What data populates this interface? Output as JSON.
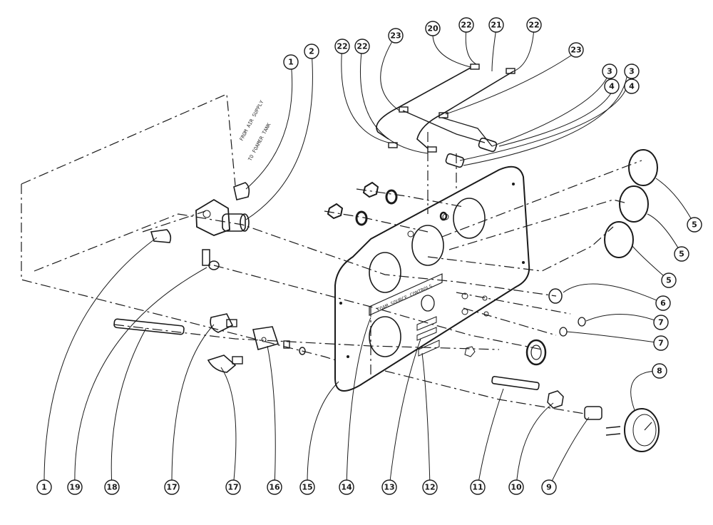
{
  "annotations": {
    "air_supply": "FROM AIR SUPPLY",
    "to_tank": "TO FOAMER TANK",
    "panel_label": "FOAM SOURCE CONTROLS"
  },
  "callouts": {
    "c1a": "1",
    "c2": "2",
    "c22a": "22",
    "c22b": "22",
    "c23a": "23",
    "c20": "20",
    "c22c": "22",
    "c21": "21",
    "c22d": "22",
    "c23b": "23",
    "c3a": "3",
    "c3b": "3",
    "c4a": "4",
    "c4b": "4",
    "c5a": "5",
    "c5b": "5",
    "c5c": "5",
    "c6": "6",
    "c7a": "7",
    "c7b": "7",
    "c8": "8",
    "c1b": "1",
    "c19": "19",
    "c18": "18",
    "c17a": "17",
    "c17b": "17",
    "c16": "16",
    "c15": "15",
    "c14": "14",
    "c13": "13",
    "c12": "12",
    "c11": "11",
    "c10": "10",
    "c9": "9"
  },
  "colors": {
    "ink": "#1a1a1a",
    "paper": "#ffffff",
    "part_fill": "#dcdcdc"
  }
}
